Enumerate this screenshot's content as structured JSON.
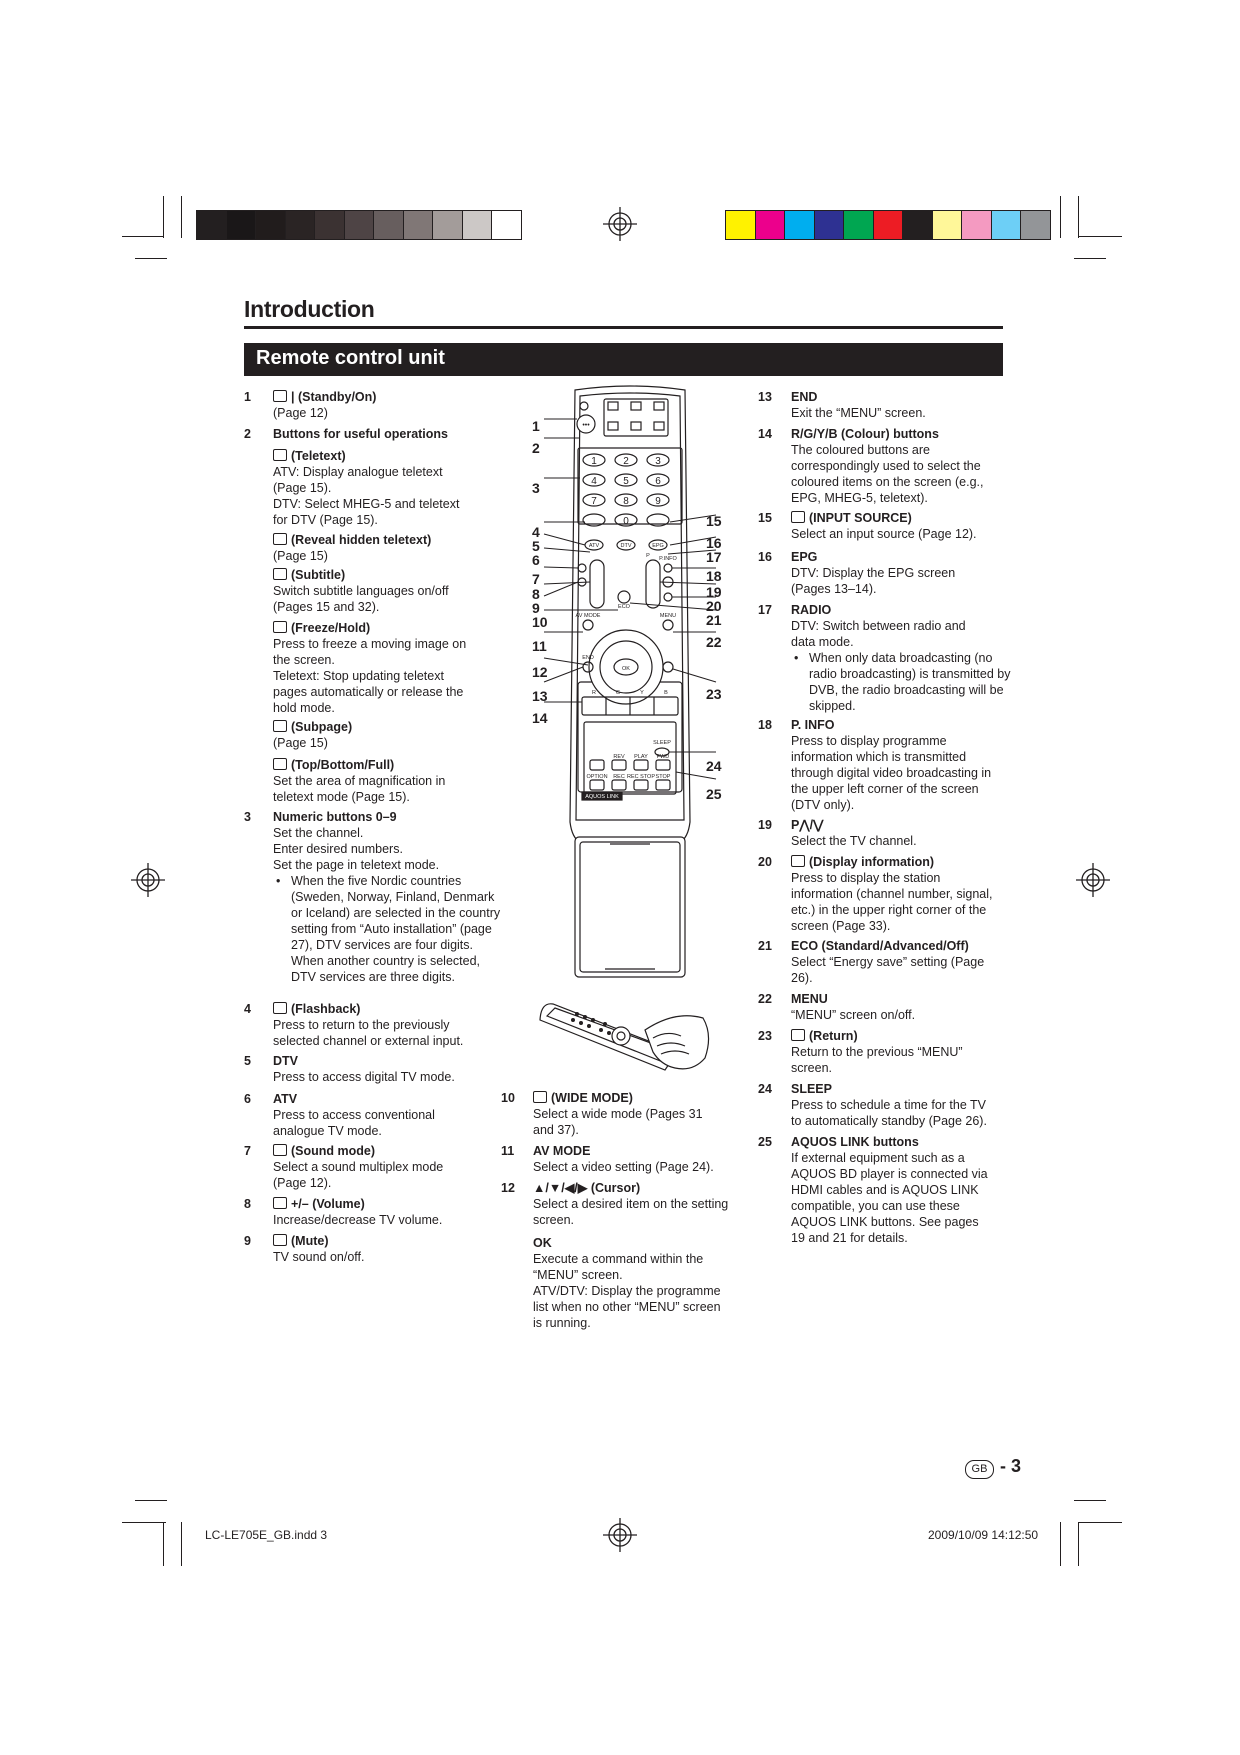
{
  "print_marks": {
    "gray_bar": [
      "#231f20",
      "#1a1718",
      "#211c1c",
      "#2a2424",
      "#3b3232",
      "#4e4445",
      "#675e5e",
      "#807776",
      "#a39c9a",
      "#ccc8c6",
      "#ffffff"
    ],
    "color_bar": [
      "#fff200",
      "#ec008c",
      "#00aeef",
      "#2e3192",
      "#00a651",
      "#ed1c24",
      "#231f20",
      "#fff799",
      "#f49ac1",
      "#6dcff6",
      "#939598"
    ]
  },
  "header": {
    "title": "Introduction",
    "section": "Remote control unit"
  },
  "col1": [
    {
      "num": "1",
      "label": "| (Standby/On)",
      "icon": "power",
      "lines": [
        "(Page 12)"
      ]
    },
    {
      "num": "2",
      "label": "Buttons for useful operations",
      "lines": []
    },
    {
      "num": "",
      "label": "(Teletext)",
      "icon": "teletext",
      "lines": [
        "ATV: Display analogue teletext",
        "(Page 15).",
        "DTV: Select MHEG-5 and teletext",
        "for DTV (Page 15)."
      ]
    },
    {
      "num": "",
      "label": "(Reveal hidden teletext)",
      "icon": "?",
      "lines": [
        "(Page 15)"
      ]
    },
    {
      "num": "",
      "label": "(Subtitle)",
      "icon": "subtitle",
      "lines": [
        "Switch subtitle languages on/off",
        "(Pages 15 and 32)."
      ]
    },
    {
      "num": "",
      "label": "(Freeze/Hold)",
      "icon": "freeze",
      "lines": [
        "Press to freeze a moving image on",
        "the screen.",
        "Teletext: Stop updating teletext",
        "pages automatically or release the",
        "hold mode."
      ]
    },
    {
      "num": "",
      "label": "(Subpage)",
      "icon": "subpage",
      "lines": [
        "(Page 15)"
      ]
    },
    {
      "num": "",
      "label": "(Top/Bottom/Full)",
      "icon": "topbottom",
      "lines": [
        "Set the area of magnification in",
        "teletext mode (Page 15)."
      ]
    },
    {
      "num": "3",
      "label": "Numeric buttons 0–9",
      "lines": [
        "Set the channel.",
        "Enter desired numbers.",
        "Set the page in teletext mode."
      ],
      "bullets": [
        "When the five Nordic countries (Sweden, Norway, Finland, Denmark or Iceland) are selected in the country setting from “Auto installation” (page 27), DTV services are four digits. When another country is selected, DTV services are three digits."
      ]
    },
    {
      "num": "4",
      "label": "(Flashback)",
      "icon": "flashback",
      "lines": [
        "Press to return to the previously",
        "selected channel or external input."
      ]
    },
    {
      "num": "5",
      "label": "DTV",
      "lines": [
        "Press to access digital TV mode."
      ]
    },
    {
      "num": "6",
      "label": "ATV",
      "lines": [
        "Press to access conventional",
        "analogue TV mode."
      ]
    },
    {
      "num": "7",
      "label": "(Sound mode)",
      "icon": "sound",
      "lines": [
        "Select a sound multiplex mode",
        "(Page 12)."
      ]
    },
    {
      "num": "8",
      "label": "+/– (Volume)",
      "icon": "volume",
      "lines": [
        "Increase/decrease TV volume."
      ]
    },
    {
      "num": "9",
      "label": "(Mute)",
      "icon": "mute",
      "lines": [
        "TV sound on/off."
      ]
    }
  ],
  "col2": [
    {
      "num": "10",
      "label": "(WIDE MODE)",
      "icon": "wide",
      "lines": [
        "Select a wide mode (Pages 31",
        "and 37)."
      ]
    },
    {
      "num": "11",
      "label": "AV MODE",
      "lines": [
        "Select a video setting (Page 24)."
      ]
    },
    {
      "num": "12",
      "label": "▲/▼/◀/▶ (Cursor)",
      "lines": [
        "Select a desired item on the setting",
        "screen."
      ]
    },
    {
      "num": "",
      "label": "OK",
      "lines": [
        "Execute a command within the",
        "“MENU” screen.",
        "ATV/DTV: Display the programme",
        "list when no other “MENU” screen",
        "is running."
      ]
    }
  ],
  "col3": [
    {
      "num": "13",
      "label": "END",
      "lines": [
        "Exit the “MENU” screen."
      ]
    },
    {
      "num": "14",
      "label": "R/G/Y/B (Colour) buttons",
      "lines": [
        "The coloured buttons are",
        "correspondingly used to select the",
        "coloured items on the screen (e.g.,",
        "EPG, MHEG-5, teletext)."
      ]
    },
    {
      "num": "15",
      "label": "(INPUT SOURCE)",
      "icon": "input",
      "lines": [
        "Select an input source (Page 12)."
      ]
    },
    {
      "num": "16",
      "label": "EPG",
      "lines": [
        "DTV: Display the EPG screen",
        "(Pages 13–14)."
      ]
    },
    {
      "num": "17",
      "label": "RADIO",
      "lines": [
        "DTV: Switch between radio and",
        "data mode."
      ],
      "bullets": [
        "When only data broadcasting (no radio broadcasting) is transmitted by DVB, the radio broadcasting will be skipped."
      ]
    },
    {
      "num": "18",
      "label": "P. INFO",
      "lines": [
        "Press to display programme",
        "information which is transmitted",
        "through digital video broadcasting in",
        "the upper left corner of the screen",
        "(DTV only)."
      ]
    },
    {
      "num": "19",
      "label": "P⋀/⋁",
      "lines": [
        "Select the TV channel."
      ]
    },
    {
      "num": "20",
      "label": "(Display information)",
      "icon": "info",
      "lines": [
        "Press to display the station",
        "information (channel number, signal,",
        "etc.) in the upper right corner of the",
        "screen (Page 33)."
      ]
    },
    {
      "num": "21",
      "label": "ECO (Standard/Advanced/Off)",
      "lines": [
        "Select “Energy save” setting (Page",
        "26)."
      ]
    },
    {
      "num": "22",
      "label": "MENU",
      "lines": [
        "“MENU” screen on/off."
      ]
    },
    {
      "num": "23",
      "label": "(Return)",
      "icon": "return",
      "lines": [
        "Return to the previous “MENU”",
        "screen."
      ]
    },
    {
      "num": "24",
      "label": "SLEEP",
      "lines": [
        "Press to schedule a time for the TV",
        "to automatically standby (Page 26)."
      ]
    },
    {
      "num": "25",
      "label": "AQUOS LINK buttons",
      "lines": [
        "If external equipment such as a",
        "AQUOS BD player is connected via",
        "HDMI cables and is AQUOS LINK",
        "compatible, you can use these",
        "AQUOS LINK buttons. See pages",
        "19 and 21 for details."
      ]
    }
  ],
  "remote": {
    "digits": [
      "1",
      "2",
      "3",
      "4",
      "5",
      "6",
      "7",
      "8",
      "9",
      "0"
    ],
    "labels": {
      "atv": "ATV",
      "dtv": "DTV",
      "epg": "EPG",
      "radio": "RADIO",
      "p": "P",
      "pinfo": "P.INFO",
      "av_mode": "AV MODE",
      "menu": "MENU",
      "ok": "OK",
      "end": "END",
      "eco": "ECO",
      "r": "R",
      "g": "G",
      "y": "Y",
      "b": "B",
      "sleep": "SLEEP",
      "rev": "REV",
      "play": "PLAY",
      "fwd": "FWD",
      "option": "OPTION",
      "rec": "REC",
      "rec_stop": "REC STOP",
      "stop": "STOP",
      "aquos_link": "AQUOS LINK"
    },
    "callouts_left": [
      "1",
      "2",
      "3",
      "4",
      "5",
      "6",
      "7",
      "8",
      "9",
      "10",
      "11",
      "12",
      "13",
      "14"
    ],
    "callouts_right": [
      "15",
      "16",
      "17",
      "18",
      "19",
      "20",
      "21",
      "22",
      "23",
      "24",
      "25"
    ]
  },
  "footer": {
    "badge": "GB",
    "page": "- 3",
    "file": "LC-LE705E_GB.indd   3",
    "datetime": "2009/10/09   14:12:50"
  }
}
